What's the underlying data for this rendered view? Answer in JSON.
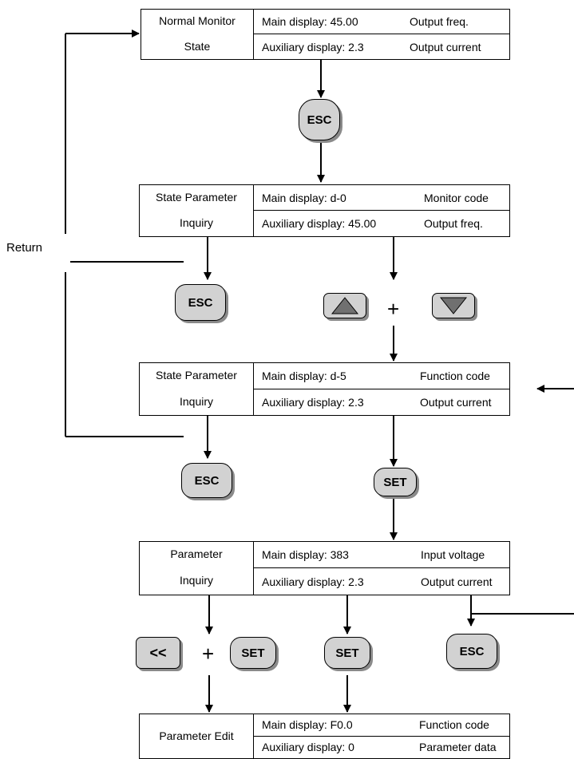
{
  "boxes": [
    {
      "label": [
        "Normal Monitor",
        "State"
      ],
      "main": "Main display: 45.00",
      "main_desc": "Output freq.",
      "aux": "Auxiliary display: 2.3",
      "aux_desc": "Output current"
    },
    {
      "label": [
        "State Parameter",
        "Inquiry"
      ],
      "main": "Main display:   d-0",
      "main_desc": "Monitor code",
      "aux": "Auxiliary display: 45.00",
      "aux_desc": "Output freq."
    },
    {
      "label": [
        "State Parameter",
        "Inquiry"
      ],
      "main": "Main display:   d-5",
      "main_desc": "Function code",
      "aux": "Auxiliary display: 2.3",
      "aux_desc": "Output current"
    },
    {
      "label": [
        "Parameter",
        "Inquiry"
      ],
      "main": "Main display:   383",
      "main_desc": "Input voltage",
      "aux": "Auxiliary display: 2.3",
      "aux_desc": "Output current"
    },
    {
      "label": [
        "Parameter Edit"
      ],
      "main": "Main display:   F0.0",
      "main_desc": "Function code",
      "aux": "Auxiliary display: 0",
      "aux_desc": "Parameter data"
    }
  ],
  "keys": {
    "esc": "ESC",
    "set": "SET",
    "shift": "<<",
    "up_icon": "up-triangle-icon",
    "down_icon": "down-triangle-icon"
  },
  "plus": "+",
  "return_label": "Return"
}
